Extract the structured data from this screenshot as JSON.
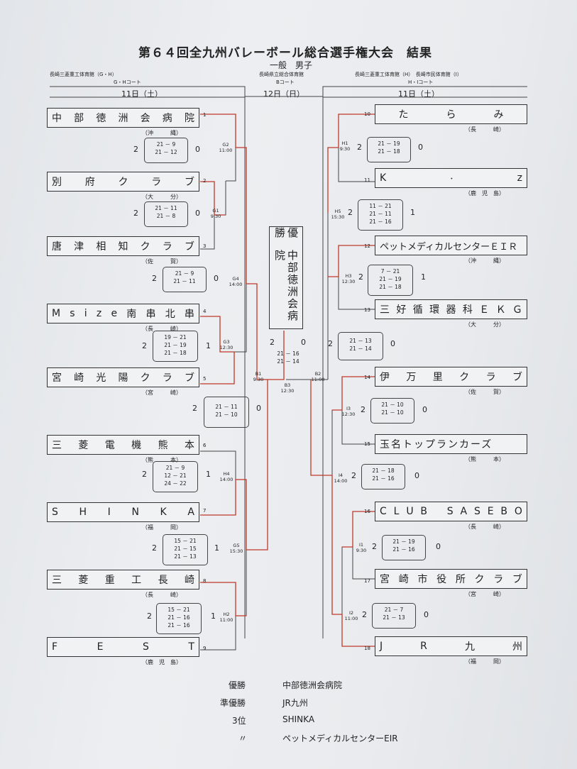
{
  "title": "第６４回全九州バレーボール総合選手権大会　結果",
  "division": "一般　男子",
  "left_header": {
    "venue": "長崎三菱重工体育館（G・H）",
    "court": "G・Hコート",
    "day": "11日（土）"
  },
  "center_header": {
    "venue": "長崎県立総合体育館",
    "court": "Bコート",
    "day": "12日（日）"
  },
  "right_header": {
    "venue": "長崎三菱重工体育館（H）　長崎市民体育館（I）",
    "court": "H・Iコート",
    "day": "11日（土）"
  },
  "teams": [
    {
      "seed": "1",
      "c": [
        "中",
        "部",
        "徳",
        "洲",
        "会",
        "病",
        "院"
      ],
      "pref": "（沖　　　縄）"
    },
    {
      "seed": "2",
      "c": [
        "別",
        "府",
        "ク",
        "ラ",
        "ブ"
      ],
      "pref": "（大　　　分）"
    },
    {
      "seed": "3",
      "c": [
        "唐",
        "津",
        "相",
        "知",
        "ク",
        "ラ",
        "ブ"
      ],
      "pref": "（佐　　　賀）"
    },
    {
      "seed": "4",
      "c": [
        "M",
        "s",
        "i",
        "z",
        "e",
        "南",
        "串",
        "北",
        "串"
      ],
      "pref": "（長　　　崎）"
    },
    {
      "seed": "5",
      "c": [
        "宮",
        "崎",
        "光",
        "陽",
        "ク",
        "ラ",
        "ブ"
      ],
      "pref": "（宮　　　崎）"
    },
    {
      "seed": "6",
      "c": [
        "三",
        "菱",
        "電",
        "機",
        "熊",
        "本"
      ],
      "pref": "（熊　　　本）"
    },
    {
      "seed": "7",
      "c": [
        "S",
        "H",
        "I",
        "N",
        "K",
        "A"
      ],
      "pref": "（福　　　岡）"
    },
    {
      "seed": "8",
      "c": [
        "三",
        "菱",
        "重",
        "工",
        "長",
        "崎"
      ],
      "pref": "（長　　　崎）"
    },
    {
      "seed": "9",
      "c": [
        "F",
        "E",
        "S",
        "T"
      ],
      "pref": "（鹿　児　島）"
    },
    {
      "seed": "10",
      "c": [
        "た",
        "ら",
        "み"
      ],
      "pref": "（長　　　崎）"
    },
    {
      "seed": "11",
      "c": [
        "K",
        "・",
        "z"
      ],
      "pref": "（鹿　児　島）"
    },
    {
      "seed": "12",
      "c": [
        "ペットメディカルセンターＥＩＲ"
      ],
      "pref": "（沖　　　縄）"
    },
    {
      "seed": "13",
      "c": [
        "三",
        "好",
        "循",
        "環",
        "器",
        "科",
        "Ｅ",
        "Ｋ",
        "Ｇ"
      ],
      "pref": "（大　　　分）"
    },
    {
      "seed": "14",
      "c": [
        "伊",
        "万",
        "里",
        "ク",
        "ラ",
        "ブ"
      ],
      "pref": "（佐　　　賀）"
    },
    {
      "seed": "15",
      "c": [
        "玉名トップランカーズ"
      ],
      "pref": "（熊　　　本）"
    },
    {
      "seed": "16",
      "c": [
        "C",
        "L",
        "U",
        "B",
        "S",
        "A",
        "S",
        "E",
        "B",
        "O"
      ],
      "pref": "（長　　　崎）"
    },
    {
      "seed": "17",
      "c": [
        "宮",
        "崎",
        "市",
        "役",
        "所",
        "ク",
        "ラ",
        "ブ"
      ],
      "pref": "（宮　　　崎）"
    },
    {
      "seed": "18",
      "c": [
        "J",
        "R",
        "九",
        "州"
      ],
      "pref": "（福　　　岡）"
    }
  ],
  "matches": [
    {
      "code": "G2",
      "time": "11:00",
      "won": "2",
      "lost": "0",
      "sets": [
        "21 － 9",
        "21 － 12"
      ]
    },
    {
      "code": "G1",
      "time": "9:30",
      "won": "2",
      "lost": "0",
      "sets": [
        "21 － 11",
        "21 － 8"
      ]
    },
    {
      "code": "G4",
      "time": "14:00",
      "won": "2",
      "lost": "0",
      "sets": [
        "21 － 9",
        "21 － 11"
      ]
    },
    {
      "code": "G3",
      "time": "12:30",
      "won": "2",
      "lost": "1",
      "sets": [
        "19 － 21",
        "21 － 19",
        "21 － 18"
      ]
    },
    {
      "code": "B1",
      "time": "9:30",
      "won": "2",
      "lost": "0",
      "sets": [
        "21 － 11",
        "21 － 10"
      ]
    },
    {
      "code": "H4",
      "time": "14:00",
      "won": "2",
      "lost": "1",
      "sets": [
        "21 － 9",
        "12 － 21",
        "24 － 22"
      ]
    },
    {
      "code": "G5",
      "time": "15:30",
      "won": "2",
      "lost": "1",
      "sets": [
        "15 － 21",
        "21 － 15",
        "21 － 13"
      ]
    },
    {
      "code": "H2",
      "time": "11:00",
      "won": "2",
      "lost": "1",
      "sets": [
        "15 － 21",
        "21 － 16",
        "21 － 16"
      ]
    },
    {
      "code": "B3",
      "time": "12:30",
      "won": "2",
      "lost": "0",
      "sets": [
        "21 － 16",
        "21 － 14"
      ]
    },
    {
      "code": "H1",
      "time": "9:30",
      "won": "2",
      "lost": "0",
      "sets": [
        "21 － 19",
        "21 － 18"
      ]
    },
    {
      "code": "H5",
      "time": "15:30",
      "won": "2",
      "lost": "1",
      "sets": [
        "11 － 21",
        "21 － 11",
        "21 － 16"
      ]
    },
    {
      "code": "H3",
      "time": "12:30",
      "won": "2",
      "lost": "1",
      "sets": [
        "7 － 21",
        "21 － 19",
        "21 － 18"
      ]
    },
    {
      "code": "B2",
      "time": "11:00",
      "won": "2",
      "lost": "0",
      "sets": [
        "21 － 13",
        "21 － 14"
      ]
    },
    {
      "code": "I3",
      "time": "12:30",
      "won": "2",
      "lost": "0",
      "sets": [
        "21 － 10",
        "21 － 10"
      ]
    },
    {
      "code": "I4",
      "time": "14:00",
      "won": "2",
      "lost": "0",
      "sets": [
        "21 － 18",
        "21 － 16"
      ]
    },
    {
      "code": "I1",
      "time": "9:30",
      "won": "2",
      "lost": "0",
      "sets": [
        "21 － 19",
        "21 － 16"
      ]
    },
    {
      "code": "I2",
      "time": "11:00",
      "won": "2",
      "lost": "0",
      "sets": [
        "21 － 7",
        "21 － 13"
      ]
    }
  ],
  "champion_box": {
    "label": "優勝",
    "team": "中部徳洲会病院"
  },
  "results": [
    {
      "rank": "優勝",
      "team": "中部徳洲会病院"
    },
    {
      "rank": "準優勝",
      "team": "JR九州"
    },
    {
      "rank": "3位",
      "team": "SHINKA"
    },
    {
      "rank": "〃",
      "team": "ペットメディカルセンターEIR"
    }
  ],
  "colors": {
    "line": "#444444",
    "winner_path": "#c0392b",
    "paper": "#eceef1"
  }
}
